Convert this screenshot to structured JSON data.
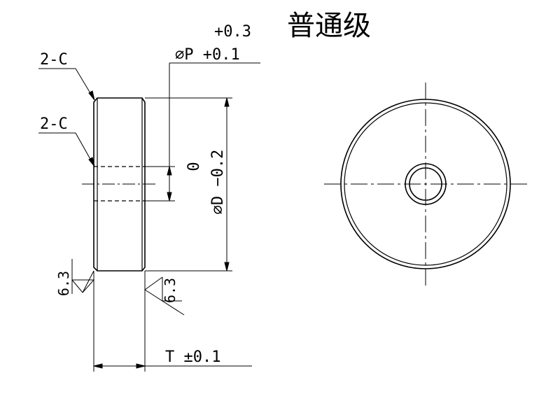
{
  "title": "普通级",
  "labels": {
    "chamfer_outer": "2-C",
    "chamfer_inner": "2-C",
    "hole_tol_upper": "+0.3",
    "hole_dim": "∅P +0.1",
    "od_tol_upper": "0",
    "od_dim": "∅D −0.2",
    "thickness_dim": "T  ±0.1",
    "roughness_left": "6.3",
    "roughness_right": "6.3"
  },
  "colors": {
    "line": "#000000",
    "background": "#ffffff"
  }
}
